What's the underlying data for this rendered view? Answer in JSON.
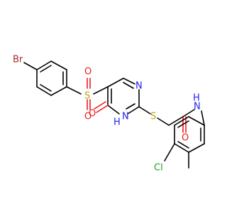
{
  "molecule": {
    "atoms": {
      "bromine": "Br",
      "sulfonyl_sulfur": "S",
      "sulfonyl_oxygen_top": "O",
      "sulfonyl_oxygen_bottom": "O",
      "ring_nitrogen_top": "N",
      "ring_nitrogen_h": "N",
      "ring_nh_h": "H",
      "carbonyl_oxygen_ring": "O",
      "thioether_sulfur": "S",
      "amide_oxygen": "O",
      "amide_nitrogen": "N",
      "amide_nh_h": "H",
      "chlorine": "Cl"
    },
    "colors": {
      "carbon": "#000000",
      "nitrogen": "#2222ee",
      "oxygen": "#ee1c1c",
      "sulfur": "#b8a11a",
      "bromine": "#a52a2a",
      "chlorine": "#1aa51a"
    }
  }
}
